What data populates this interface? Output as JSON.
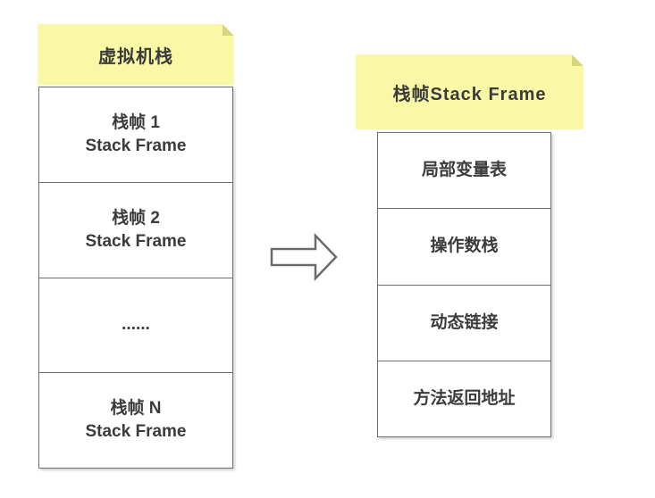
{
  "diagram": {
    "left": {
      "header": "虚拟机栈",
      "frames": [
        {
          "cn": "栈帧 1",
          "en": "Stack Frame"
        },
        {
          "cn": "栈帧 2",
          "en": "Stack Frame"
        },
        {
          "cn": "......",
          "en": ""
        },
        {
          "cn": "栈帧 N",
          "en": "Stack Frame"
        }
      ]
    },
    "right": {
      "header": "栈帧Stack Frame",
      "parts": [
        "局部变量表",
        "操作数栈",
        "动态链接",
        "方法返回地址"
      ]
    },
    "colors": {
      "note_yellow": "#f9f8a6",
      "note_fold": "#d6d67c",
      "box_border": "#6e6e6e",
      "text": "#3b3b3b",
      "arrow_stroke": "#6b6b6b"
    }
  }
}
